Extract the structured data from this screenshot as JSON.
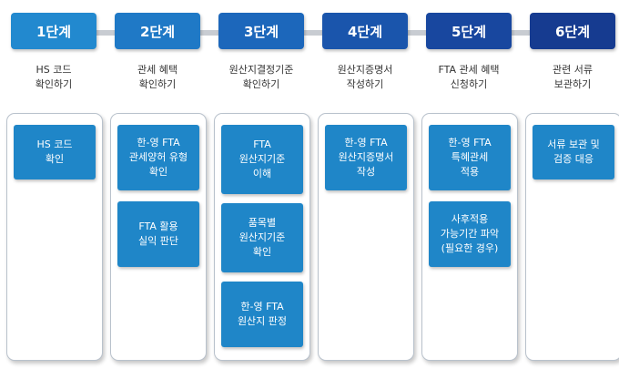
{
  "steps": [
    {
      "label": "1단계",
      "desc": "HS 코드\n확인하기",
      "color": "#2289cf",
      "tasks": [
        "HS 코드\n확인"
      ]
    },
    {
      "label": "2단계",
      "desc": "관세 혜택\n확인하기",
      "color": "#1f79c6",
      "tasks": [
        "한-영 FTA\n관세양허 유형\n확인",
        "FTA 활용\n실익 판단"
      ]
    },
    {
      "label": "3단계",
      "desc": "원산지결정기준\n확인하기",
      "color": "#1c67bb",
      "tasks": [
        "FTA\n원산지기준\n이해",
        "품목별\n원산지기준\n확인",
        "한-영 FTA\n원산지 판정"
      ]
    },
    {
      "label": "4단계",
      "desc": "원산지증명서\n작성하기",
      "color": "#1a55ac",
      "tasks": [
        "한-영 FTA\n원산지증명서\n작성"
      ]
    },
    {
      "label": "5단계",
      "desc": "FTA 관세 혜택\n신청하기",
      "color": "#18479f",
      "tasks": [
        "한-영 FTA\n특혜관세\n적용",
        "사후적용\n가능기간 파악\n(필요한 경우)"
      ]
    },
    {
      "label": "6단계",
      "desc": "관련 서류\n보관하기",
      "color": "#163b90",
      "tasks": [
        "서류 보관 및\n검증 대응"
      ]
    }
  ]
}
